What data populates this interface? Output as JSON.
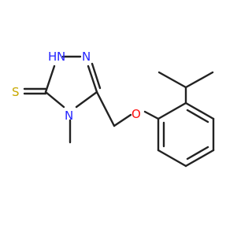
{
  "molecule": {
    "colors": {
      "bond": "#222222",
      "nitrogen": "#2323ff",
      "oxygen": "#ff0d0d",
      "sulfur": "#c8a800",
      "background": "#ffffff"
    },
    "atoms": {
      "sulfur": "S",
      "nh_hydrogen": "H",
      "nh_nitrogen": "N",
      "ring_nitrogen_2": "N",
      "ring_nitrogen_4": "N",
      "ether_oxygen": "O"
    }
  }
}
